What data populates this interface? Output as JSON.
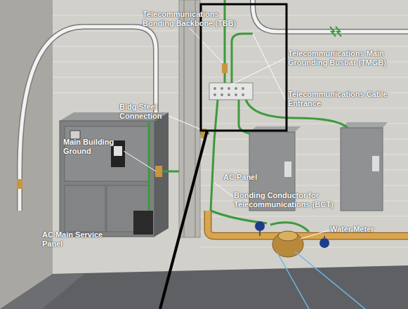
{
  "diagram": {
    "labels": [
      "Telecommunications Bonding Backbone (TBB)",
      "Telecommunications Main Grounding Busbar (TMGB)",
      "Telecommunications Cable Entrance",
      "Bldg Steel Connection",
      "Main Building Ground",
      "AC Panel",
      "Bonding Conductor for Telecommunications (BCT)",
      "Water Meter",
      "AC Main Service Panel"
    ]
  }
}
